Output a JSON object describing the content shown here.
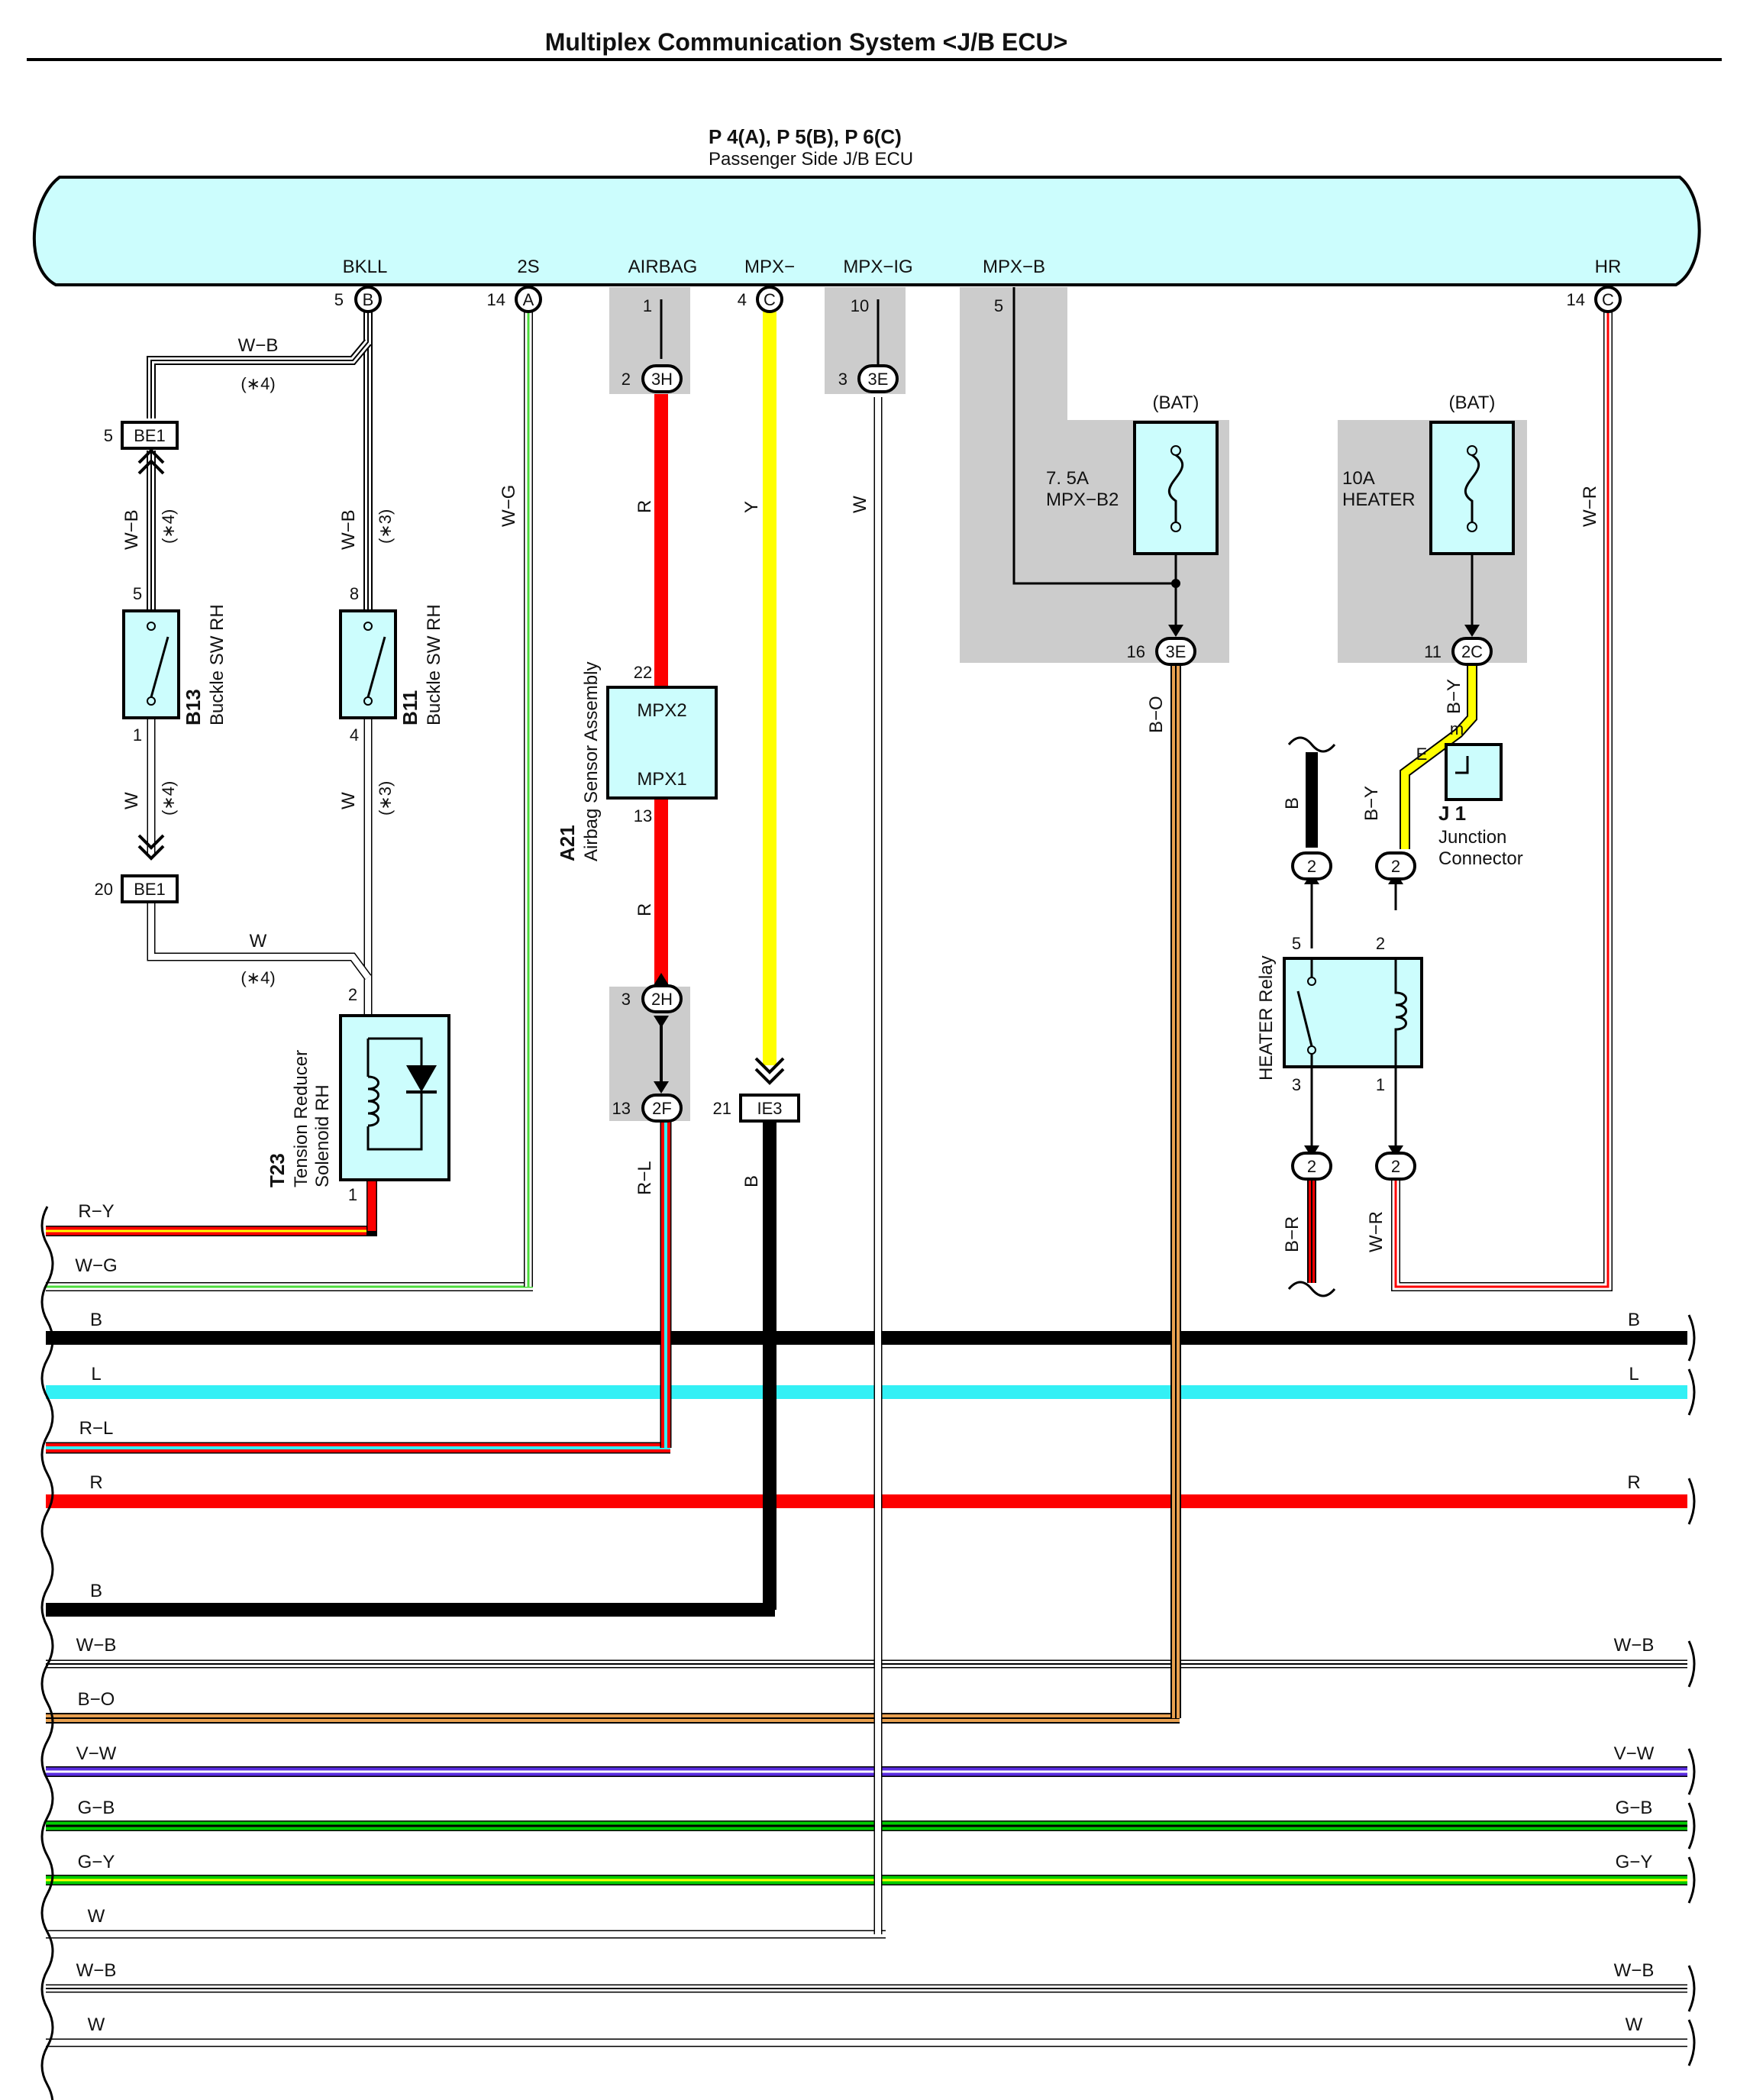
{
  "title": "Multiplex Communication System <J/B ECU>",
  "ecu": {
    "code": "P 4(A), P 5(B), P 6(C)",
    "name": "Passenger Side J/B ECU",
    "pins": [
      "BKLL",
      "2S",
      "AIRBAG",
      "MPX−",
      "MPX−IG",
      "MPX−B",
      "HR"
    ],
    "terminals": [
      "5",
      "B",
      "14",
      "A",
      "4",
      "C",
      "14",
      "C",
      "1",
      "10",
      "5"
    ]
  },
  "connectors": [
    "3H",
    "3E",
    "2H",
    "2F",
    "IE3",
    "3E",
    "2C",
    "BE1",
    "BE1",
    "2",
    "2",
    "2",
    "2"
  ],
  "connector_pins": [
    "2",
    "3",
    "3",
    "13",
    "21",
    "16",
    "11",
    "5",
    "20",
    "22",
    "13",
    "5",
    "8",
    "1",
    "4",
    "2",
    "1",
    "5",
    "2",
    "3",
    "1",
    "E",
    "m"
  ],
  "components": {
    "b13_code": "B13",
    "b13_name": "Buckle SW RH",
    "b11_code": "B11",
    "b11_name": "Buckle SW RH",
    "t23_code": "T23",
    "t23_name1": "Tension Reducer",
    "t23_name2": "Solenoid RH",
    "a21_code": "A21",
    "a21_name": "Airbag Sensor Assembly",
    "a21_pin_top": "MPX2",
    "a21_pin_bottom": "MPX1",
    "fuse1_src": "(BAT)",
    "fuse1_rating": "7. 5A",
    "fuse1_name": "MPX−B2",
    "fuse2_src": "(BAT)",
    "fuse2_rating": "10A",
    "fuse2_name": "HEATER",
    "relay_name": "HEATER Relay",
    "j1_code": "J 1",
    "j1_name1": "Junction",
    "j1_name2": "Connector"
  },
  "wire_labels": {
    "wb_top": "W−B",
    "note4_top": "(∗4)",
    "wb_b13": "W−B",
    "note4_b13": "(∗4)",
    "wb_b11": "W−B",
    "note3_b11": "(∗3)",
    "w_b13": "W",
    "note4_w": "(∗4)",
    "w_b11": "W",
    "note3_w": "(∗3)",
    "w_bottom": "W",
    "note4_bottom": "(∗4)",
    "wg": "W−G",
    "r_upper": "R",
    "r_lower": "R",
    "y": "Y",
    "w_mpxig": "W",
    "bo": "B−O",
    "wr": "W−R",
    "by_upper": "B−Y",
    "by_lower": "B−Y",
    "b_relay": "B",
    "br": "B−R",
    "wr_relay": "W−R",
    "rl": "R−L",
    "b_ie3": "B"
  },
  "bus_left": [
    "R−Y",
    "W−G",
    "B",
    "L",
    "R−L",
    "R",
    "B",
    "W−B",
    "B−O",
    "V−W",
    "G−B",
    "G−Y",
    "W",
    "W−B",
    "W"
  ],
  "bus_right": [
    "B",
    "L",
    "R",
    "W−B",
    "V−W",
    "G−B",
    "G−Y",
    "W−B",
    "W"
  ],
  "colors": {
    "ecu_fill": "#ccfdfd",
    "gray": "#cccccc",
    "red": "#fd0000",
    "yellow": "#ffff00",
    "cyan": "#33f0f5",
    "green": "#4cdc3c",
    "lime": "#00cc00",
    "violet": "#5a2ce0",
    "orange": "#e8a050",
    "black": "#000000"
  }
}
